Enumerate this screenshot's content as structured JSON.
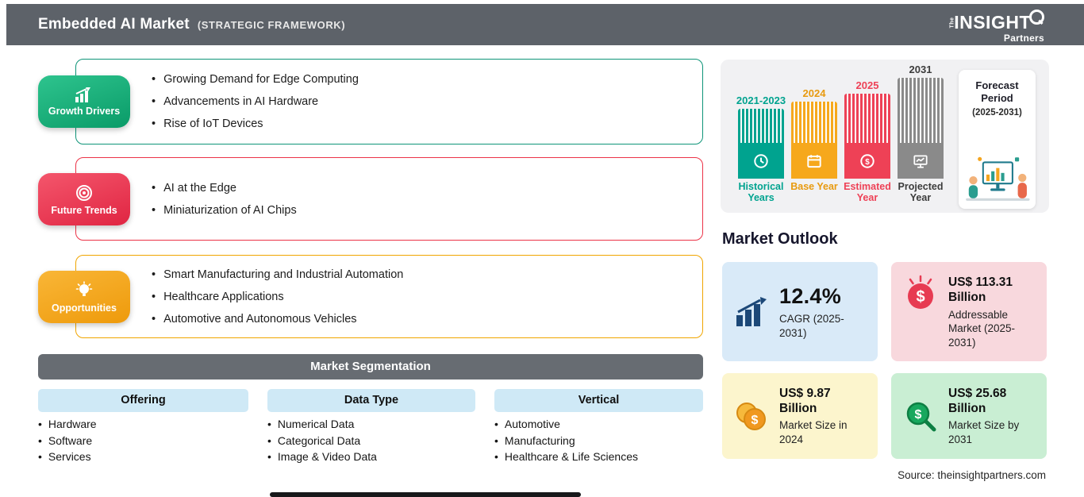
{
  "header": {
    "title": "Embedded AI Market",
    "subtitle": "(STRATEGIC FRAMEWORK)",
    "logo": {
      "the": "The",
      "insight": "INSIGHT",
      "partners": "Partners"
    }
  },
  "framework": {
    "sections": [
      {
        "label": "Growth Drivers",
        "color": "#0e9478",
        "items": [
          "Growing Demand for Edge Computing",
          "Advancements in AI Hardware",
          "Rise of IoT Devices"
        ]
      },
      {
        "label": "Future Trends",
        "color": "#ec3347",
        "items": [
          "AI at the Edge",
          "Miniaturization of AI Chips"
        ]
      },
      {
        "label": "Opportunities",
        "color": "#f0a500",
        "items": [
          "Smart Manufacturing and Industrial Automation",
          "Healthcare Applications",
          "Automotive and Autonomous Vehicles"
        ]
      }
    ]
  },
  "segmentation": {
    "title": "Market Segmentation",
    "columns": [
      {
        "header": "Offering",
        "items": [
          "Hardware",
          "Software",
          "Services"
        ]
      },
      {
        "header": "Data Type",
        "items": [
          "Numerical Data",
          "Categorical Data",
          "Image & Video Data"
        ]
      },
      {
        "header": "Vertical",
        "items": [
          "Automotive",
          "Manufacturing",
          "Healthcare & Life Sciences"
        ]
      }
    ]
  },
  "timeline": {
    "periods": [
      {
        "year": "2021-2023",
        "label": "Historical Years",
        "bar_color": "#00a38f",
        "text_color": "#00a38f"
      },
      {
        "year": "2024",
        "label": "Base Year",
        "bar_color": "#f6a81c",
        "text_color": "#e89a0f"
      },
      {
        "year": "2025",
        "label": "Estimated Year",
        "bar_color": "#ee4156",
        "text_color": "#ee4156"
      },
      {
        "year": "2031",
        "label": "Projected Year",
        "bar_color": "#8a8a8a",
        "text_color": "#3c3c3c"
      }
    ],
    "forecast": {
      "title": "Forecast Period",
      "range": "(2025-2031)"
    }
  },
  "outlook": {
    "title": "Market Outlook",
    "cards": [
      {
        "value": "12.4%",
        "label": "CAGR (2025-2031)",
        "bg": "#d9eaf8",
        "icon_color": "#1c4878"
      },
      {
        "value": "US$ 113.31 Billion",
        "label": "Addressable Market (2025-2031)",
        "bg": "#f8d8dd",
        "icon_color": "#e73b52"
      },
      {
        "value": "US$ 9.87 Billion",
        "label": "Market Size in 2024",
        "bg": "#fcf5cd",
        "icon_color": "#f0981f"
      },
      {
        "value": "US$ 25.68 Billion",
        "label": "Market Size by 2031",
        "bg": "#c9eed3",
        "icon_color": "#17a85e"
      }
    ]
  },
  "source": "Source: theinsightpartners.com",
  "colors": {
    "header_bg": "#5d6269",
    "segmentation_bar_bg": "#676c72",
    "column_header_bg": "#cfe9f6",
    "timeline_panel_bg": "#f1f1f3"
  }
}
